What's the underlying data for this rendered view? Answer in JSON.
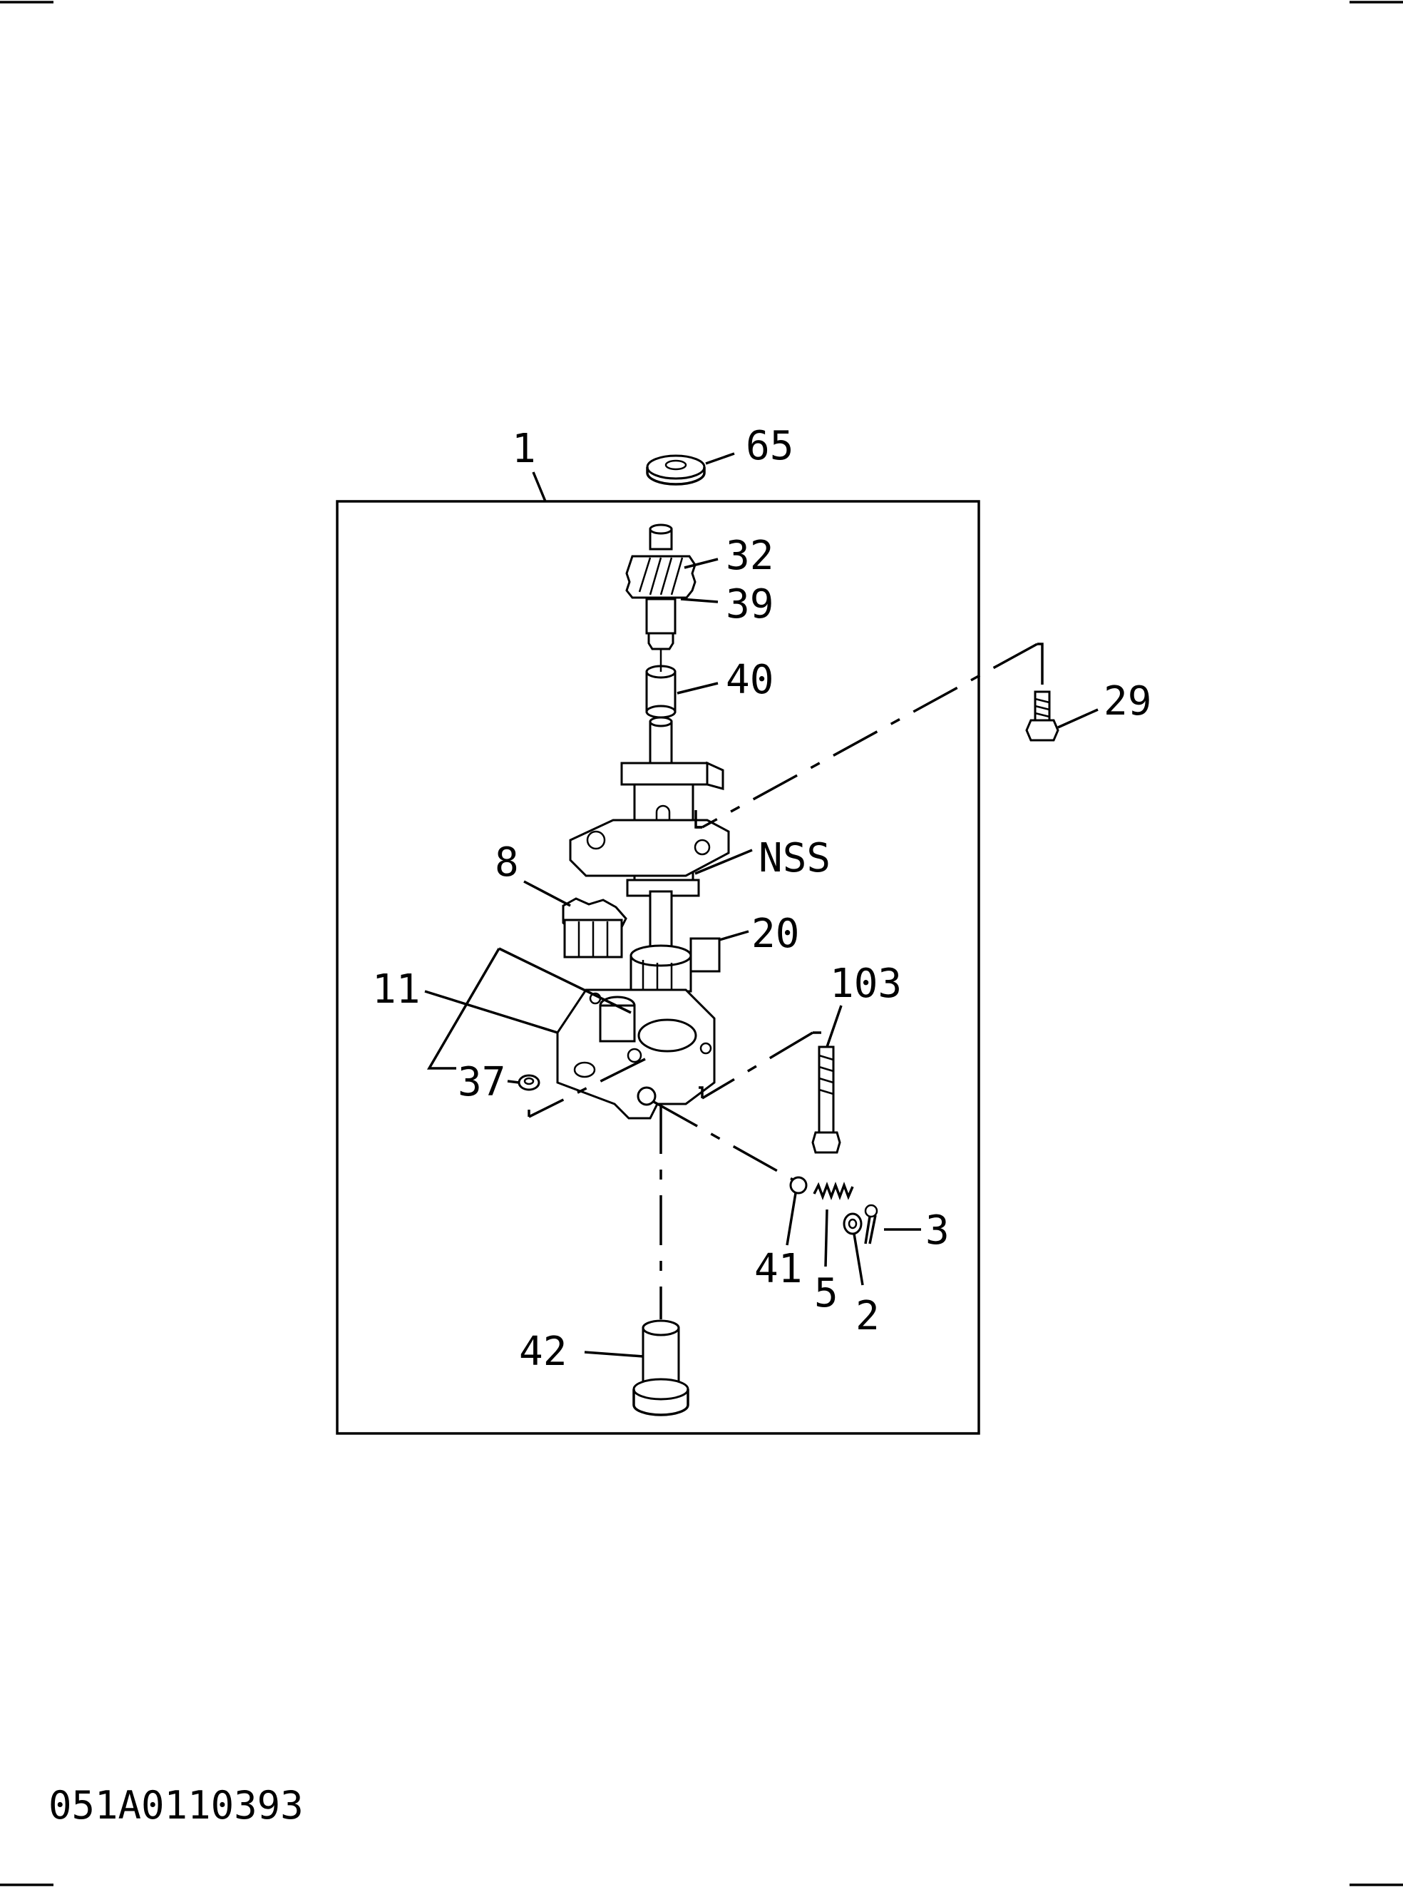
{
  "callouts": {
    "c1": "1",
    "c65": "65",
    "c32": "32",
    "c39": "39",
    "c40": "40",
    "c29": "29",
    "cNSS": "NSS",
    "c8": "8",
    "c20": "20",
    "c11": "11",
    "c103": "103",
    "c37": "37",
    "c3": "3",
    "c41": "41",
    "c5": "5",
    "c2": "2",
    "c42": "42"
  },
  "document_number": "051A0110393"
}
